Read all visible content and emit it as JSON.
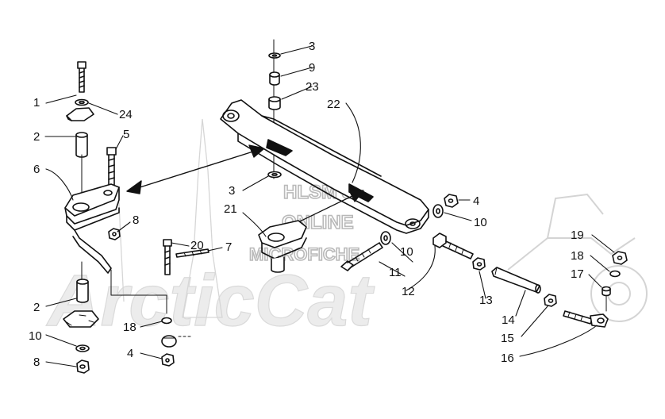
{
  "watermark": {
    "line1": "HLSM'S",
    "line2": "ONLINE",
    "line3": "MICROFICHE",
    "brand": "ArcticCat"
  },
  "callouts": [
    {
      "id": "c1",
      "text": "1"
    },
    {
      "id": "c24",
      "text": "24"
    },
    {
      "id": "c2a",
      "text": "2"
    },
    {
      "id": "c5",
      "text": "5"
    },
    {
      "id": "c6",
      "text": "6"
    },
    {
      "id": "c8a",
      "text": "8"
    },
    {
      "id": "c2b",
      "text": "2"
    },
    {
      "id": "c10a",
      "text": "10"
    },
    {
      "id": "c8b",
      "text": "8"
    },
    {
      "id": "c20",
      "text": "20"
    },
    {
      "id": "c7",
      "text": "7"
    },
    {
      "id": "c18a",
      "text": "18"
    },
    {
      "id": "c4a",
      "text": "4"
    },
    {
      "id": "c3a",
      "text": "3"
    },
    {
      "id": "c9",
      "text": "9"
    },
    {
      "id": "c23",
      "text": "23"
    },
    {
      "id": "c22",
      "text": "22"
    },
    {
      "id": "c3b",
      "text": "3"
    },
    {
      "id": "c21",
      "text": "21"
    },
    {
      "id": "c4b",
      "text": "4"
    },
    {
      "id": "c10b",
      "text": "10"
    },
    {
      "id": "c10c",
      "text": "10"
    },
    {
      "id": "c11",
      "text": "11"
    },
    {
      "id": "c12",
      "text": "12"
    },
    {
      "id": "c13",
      "text": "13"
    },
    {
      "id": "c14",
      "text": "14"
    },
    {
      "id": "c15",
      "text": "15"
    },
    {
      "id": "c16",
      "text": "16"
    },
    {
      "id": "c19",
      "text": "19"
    },
    {
      "id": "c18b",
      "text": "18"
    },
    {
      "id": "c17",
      "text": "17"
    }
  ],
  "colors": {
    "ink": "#111111",
    "watermark": "#b9b9b9",
    "background": "#ffffff"
  }
}
